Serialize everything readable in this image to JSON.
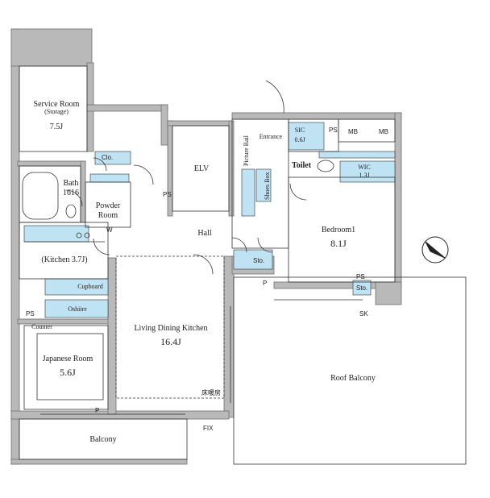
{
  "rooms": {
    "service_room": "Service Room",
    "service_storage": "(Storage)",
    "service_size": "7.5J",
    "bath": "Bath",
    "bath_size": "1616",
    "powder": "Powder",
    "powder2": "Room",
    "kitchen": "(Kitchen 3.7J)",
    "cupboard": "Cupboard",
    "oshiire": "Oshiire",
    "counter": "Counter",
    "japanese": "Japanese Room",
    "japanese_size": "5.6J",
    "ldk": "Living Dining Kitchen",
    "ldk_size": "16.4J",
    "floor_heat": "床暖房",
    "balcony": "Balcony",
    "elv": "ELV",
    "hall": "Hall",
    "entrance": "Entrance",
    "sic": "SIC",
    "sic_size": "0.6J",
    "toilet": "Toilet",
    "wic": "WIC",
    "wic_size": "1.3J",
    "bedroom": "Bedroom1",
    "bedroom_size": "8.1J",
    "roof_balcony": "Roof Balcony",
    "shoes_box": "Shoes Box",
    "picture_rail": "Picture Rail"
  },
  "small_labels": {
    "ps": "PS",
    "mb": "MB",
    "sto": "Sto.",
    "clo": "Clo.",
    "p": "P",
    "w": "W",
    "sk": "SK",
    "fix": "FIX"
  },
  "colors": {
    "wall": "#b9b9b9",
    "wall_stroke": "#6f6f6f",
    "storage_blue": "#bfe3f3",
    "line": "#333333"
  }
}
